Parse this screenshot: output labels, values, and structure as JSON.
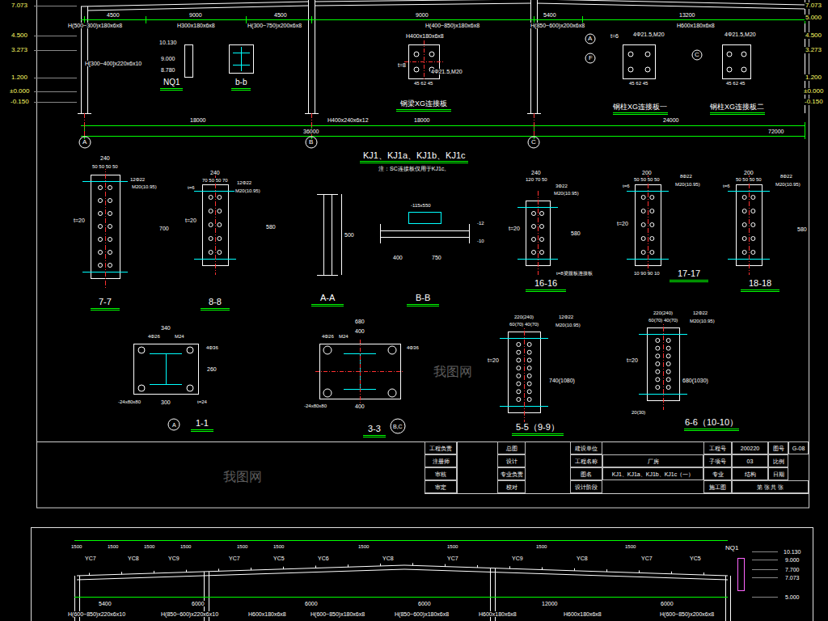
{
  "diagram": {
    "nodes": [
      {
        "text": [
          "工程负责"
        ]
      },
      {
        "text": [
          "总图"
        ]
      },
      {
        "text": [
          "建设单位"
        ]
      },
      {
        "text": [
          "工程号"
        ]
      },
      {
        "text": [
          "200220"
        ]
      },
      {
        "text": [
          "图号"
        ]
      },
      {
        "text": [
          "G-08"
        ]
      },
      {
        "text": [
          "注册师"
        ]
      },
      {
        "text": [
          "设计"
        ]
      },
      {
        "text": [
          "工程名称"
        ]
      },
      {
        "text": [
          "厂房"
        ]
      },
      {
        "text": [
          "子项号"
        ]
      },
      {
        "text": [
          "03"
        ]
      },
      {
        "text": [
          "比例"
        ]
      },
      {
        "text": [
          "审核"
        ]
      },
      {
        "text": [
          "专业负责"
        ]
      },
      {
        "text": [
          "图名"
        ]
      },
      {
        "text": [
          "KJ1、KJ1a、KJ1b、KJ1c（一）"
        ]
      },
      {
        "text": [
          "专业"
        ]
      },
      {
        "text": [
          "结构"
        ]
      },
      {
        "text": [
          "日期"
        ]
      },
      {
        "text": [
          "审定"
        ]
      },
      {
        "text": [
          "校对"
        ]
      },
      {
        "text": [
          "设计阶段"
        ]
      },
      {
        "text": [
          "施工图"
        ]
      },
      {
        "text": [
          "第 张 共 张"
        ]
      }
    ],
    "labels": [
      "7.073",
      "4.500",
      "3.273",
      "1.200",
      "±0.000",
      "-0.150",
      "7.073",
      "5.000",
      "4.500",
      "3.273",
      "1.200",
      "±0.000",
      "-0.150",
      "4500",
      "9000",
      "4500",
      "9000",
      "5400",
      "13200",
      "H(500~300)x180x6x8",
      "H300x180x6x8",
      "H(300~750)x200x6x8",
      "H(400~850)x180x6x8",
      "H(850~600)x200x6x8",
      "H600x180x6x8",
      "H[300~400]x220x6x10",
      "10.130",
      "9.000",
      "8.780",
      "NQ1",
      "b-b",
      "H400x180x6x8",
      "t=8",
      "4Φ21.5,M20",
      "45 62 45",
      "钢梁XG连接板",
      "A",
      "F",
      "C",
      "t=6",
      "4Φ21.5,M20",
      "45 62 45",
      "钢柱XG连接板一",
      "4Φ21.5,M20",
      "45 62 45",
      "钢柱XG连接板二",
      "H400x240x6x12",
      "18000",
      "18000",
      "24000",
      "36000",
      "72000",
      "A",
      "B",
      "C",
      "KJ1、KJ1a、KJ1b、KJ1c",
      "注：SC连接板仅用于KJ1c。",
      "240",
      "50 50 50 50",
      "12Φ22",
      "M20(10.95)",
      "t=20",
      "700",
      "7-7",
      "240",
      "70 50 50 70",
      "t=6",
      "12Φ22",
      "M20(10.95)",
      "t=20",
      "580",
      "8-8",
      "500",
      "A-A",
      "-115x550",
      "-12",
      "-10",
      "400",
      "750",
      "B-B",
      "240",
      "120 70 50",
      "3Φ22",
      "M20(10.95)",
      "t=20",
      "580",
      "t=8梁腹板连接板",
      "16-16",
      "200",
      "50 50 50 50",
      "t=6",
      "8Φ22",
      "M20(10.95)",
      "t=20",
      "10 90 90 10",
      "17-17",
      "200",
      "50 50 50 50",
      "t=6",
      "8Φ22",
      "M20(10.95)",
      "580",
      "18-18",
      "340",
      "4Φ26",
      "M24",
      "4Φ36",
      "260",
      "-24x80x80",
      "300",
      "t=24",
      "1-1",
      "A",
      "680",
      "400",
      "4Φ26",
      "M24",
      "4Φ36",
      "-24x80x80",
      "400",
      "3-3",
      "B,C",
      "220(240)",
      "60(70) 40(70)",
      "12Φ22",
      "M20(10.95)",
      "t=20",
      "740(1080)",
      "5-5（9-9）",
      "220(240)",
      "60(70) 40(70)",
      "12Φ22",
      "M20(10.95)",
      "t=20",
      "680(1030)",
      "20(30)",
      "6-6（10-10）",
      "10.130",
      "9.000",
      "7.700",
      "7.073",
      "5.000",
      "NQ1",
      "5400",
      "6000",
      "6000",
      "6000",
      "12000",
      "6000",
      "H(600~850)x220x6x10",
      "H(850~600)x220x6x10",
      "H600x180x6x8",
      "H(600~850)x180x6x8",
      "H(850~600)x180x6x8",
      "H600x180x6x8",
      "H600x180x6x8",
      "H(600~850)x200x6x8",
      "YC7",
      "YC8",
      "YC9",
      "YC7",
      "YC5",
      "YC6",
      "YC8",
      "YC7",
      "YC9",
      "YC8",
      "YC7",
      "YC5",
      "1500",
      "1500",
      "1500",
      "1500",
      "1500",
      "1500",
      "1500",
      "1500",
      "1500",
      "1500",
      "我图网",
      "我图网"
    ]
  }
}
